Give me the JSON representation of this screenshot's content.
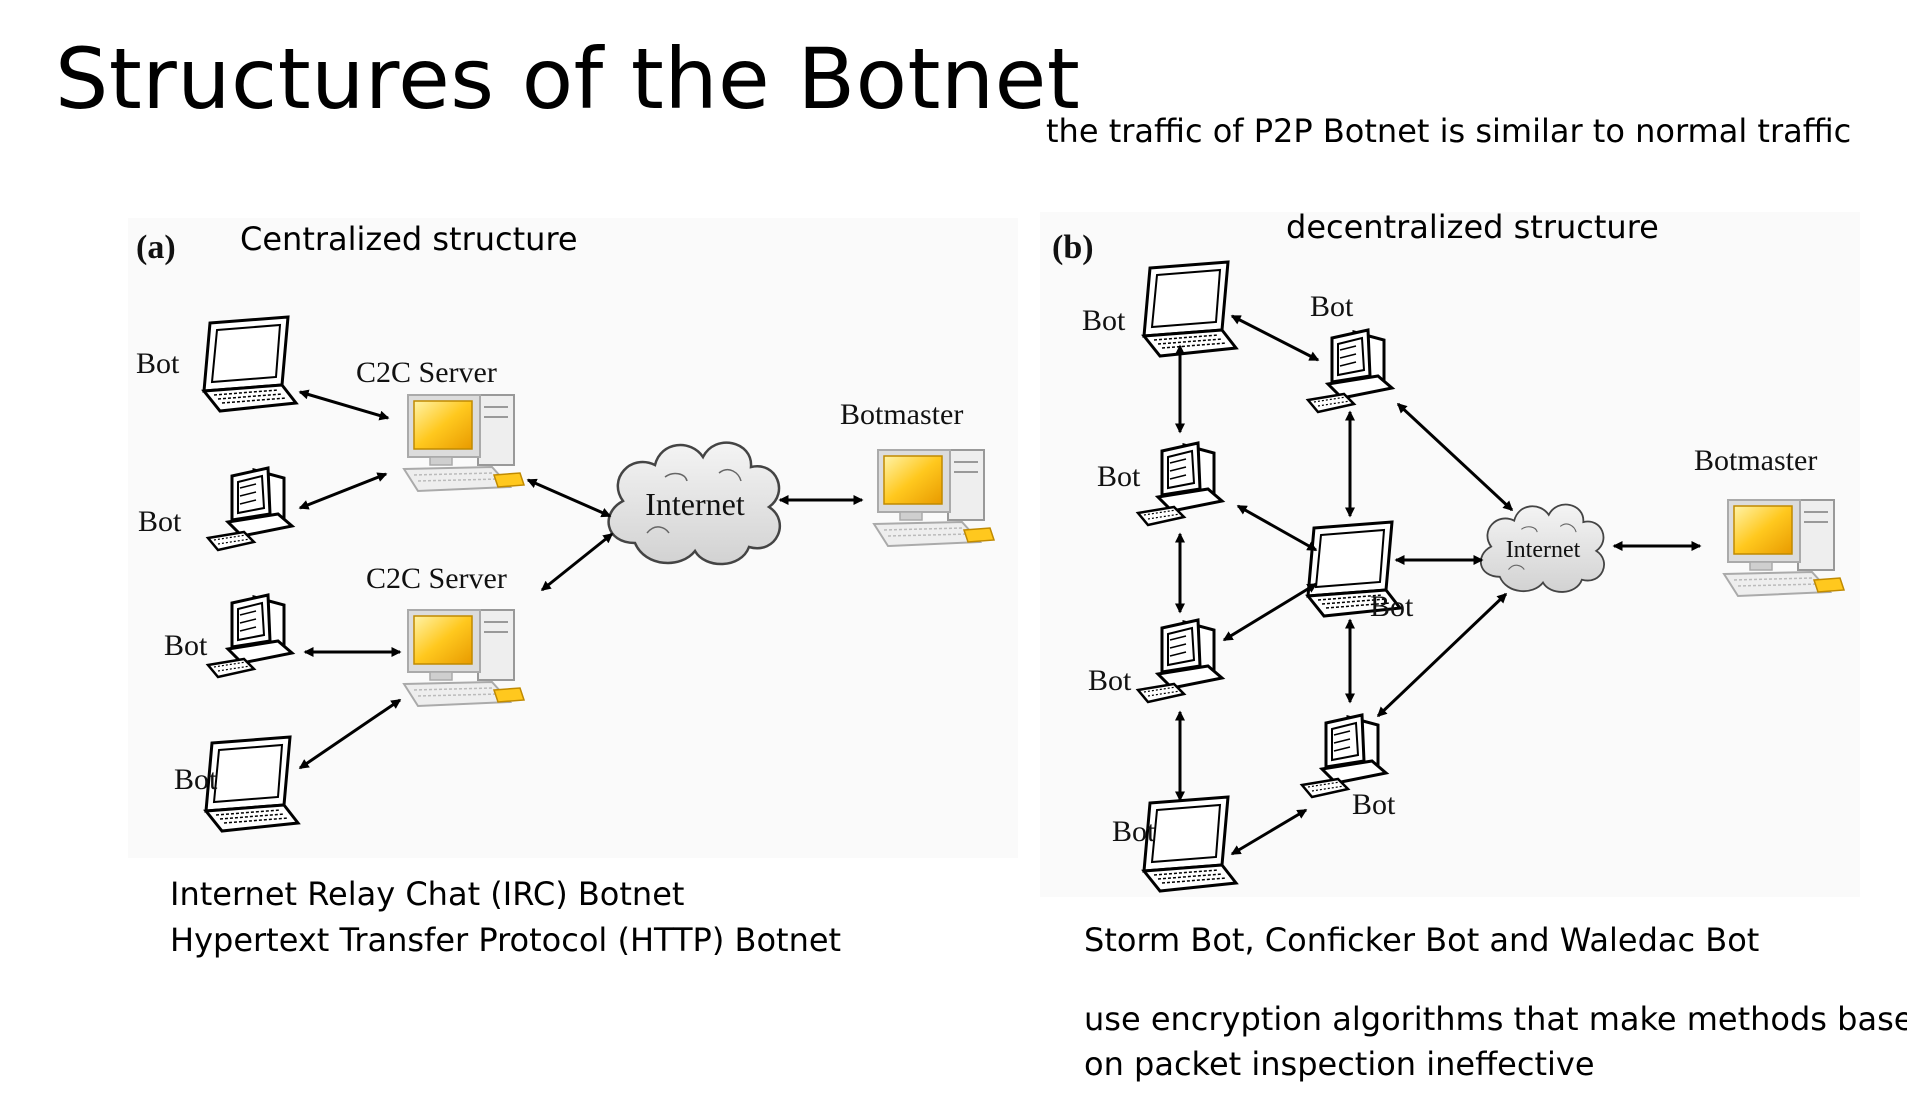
{
  "slide": {
    "title": "Structures of the Botnet",
    "p2p_note": "the traffic of P2P Botnet is similar to normal traffic",
    "centralized_caption": "Centralized structure",
    "decentralized_caption": "decentralized structure",
    "centralized_examples": [
      "Internet Relay Chat (IRC) Botnet",
      "Hypertext Transfer Protocol (HTTP) Botnet"
    ],
    "decentralized_examples": "Storm Bot, Conficker Bot and Waledac Bot",
    "encryption_note": [
      "use encryption algorithms that make methods based",
      "on packet inspection ineffective"
    ]
  },
  "diagram_a": {
    "panel_label": "(a)",
    "bot_label": "Bot",
    "server_label": "C2C Server",
    "internet_label": "Internet",
    "botmaster_label": "Botmaster"
  },
  "diagram_b": {
    "panel_label": "(b)",
    "bot_label": "Bot",
    "internet_label": "Internet",
    "botmaster_label": "Botmaster"
  }
}
